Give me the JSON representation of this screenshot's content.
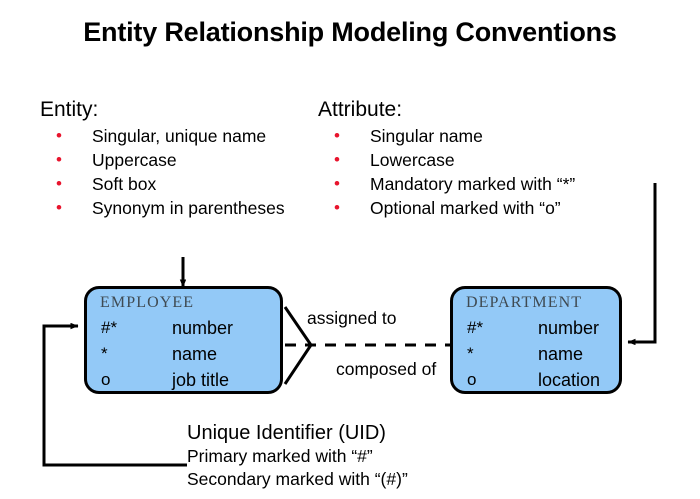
{
  "title": "Entity Relationship Modeling Conventions",
  "conventions": {
    "entity": {
      "heading": "Entity:",
      "bullet_glyph": "•",
      "bullet_color": "#e8142d",
      "items": [
        "Singular, unique name",
        "Uppercase",
        "Soft box",
        "Synonym in parentheses"
      ]
    },
    "attribute": {
      "heading": "Attribute:",
      "bullet_glyph": "•",
      "bullet_color": "#e8142d",
      "items": [
        "Singular name",
        "Lowercase",
        "Mandatory marked with “*”",
        "Optional marked with “o”"
      ]
    }
  },
  "diagram": {
    "box_fill": "#93c9f7",
    "box_stroke": "#000000",
    "entities": [
      {
        "name": "EMPLOYEE",
        "attributes": [
          {
            "marker": "#*",
            "label": "number"
          },
          {
            "marker": "*",
            "label": "name"
          },
          {
            "marker": "o",
            "label": "job title"
          }
        ]
      },
      {
        "name": "DEPARTMENT",
        "attributes": [
          {
            "marker": "#*",
            "label": "number"
          },
          {
            "marker": "*",
            "label": "name"
          },
          {
            "marker": "o",
            "label": "location"
          }
        ]
      }
    ],
    "relationship": {
      "label_top": "assigned to",
      "label_bottom": "composed of",
      "line_style": "dashed",
      "crows_foot_on": "EMPLOYEE"
    }
  },
  "uid": {
    "heading": "Unique Identifier (UID)",
    "primary": "Primary marked with “#”",
    "secondary": "Secondary marked with “(#)”"
  }
}
